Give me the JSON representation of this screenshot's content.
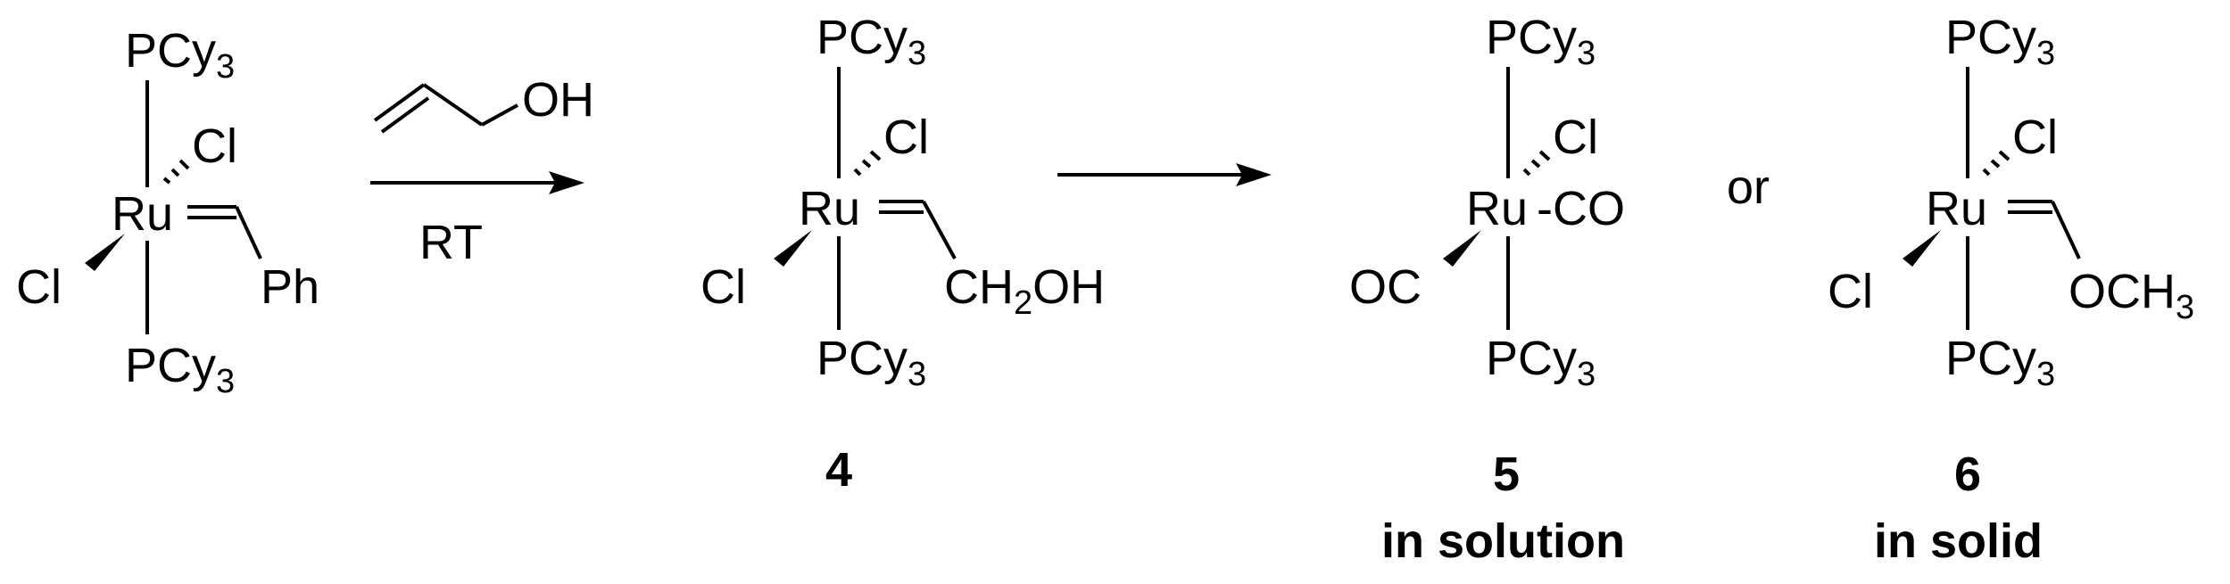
{
  "scheme": {
    "reactant": {
      "top_ligand": "PCy",
      "top_ligand_sub": "3",
      "metal": "Ru",
      "cl_up": "Cl",
      "cl_left": "Cl",
      "carbene_sub": "Ph",
      "bottom_ligand": "PCy",
      "bottom_ligand_sub": "3"
    },
    "reagent": {
      "alcohol_group": "OH",
      "condition": "RT"
    },
    "product4": {
      "top_ligand": "PCy",
      "top_ligand_sub": "3",
      "metal": "Ru",
      "cl_up": "Cl",
      "cl_left": "Cl",
      "substituent_a": "CH",
      "substituent_sub": "2",
      "substituent_b": "OH",
      "bottom_ligand": "PCy",
      "bottom_ligand_sub": "3",
      "number": "4"
    },
    "product5": {
      "top_ligand": "PCy",
      "top_ligand_sub": "3",
      "metal": "Ru",
      "cl_up": "Cl",
      "co_right": "-CO",
      "co_left": "OC",
      "bottom_ligand": "PCy",
      "bottom_ligand_sub": "3",
      "number": "5",
      "caption": "in solution"
    },
    "connector": "or",
    "product6": {
      "top_ligand": "PCy",
      "top_ligand_sub": "3",
      "metal": "Ru",
      "cl_up": "Cl",
      "cl_left": "Cl",
      "substituent": "OCH",
      "substituent_sub": "3",
      "bottom_ligand": "PCy",
      "bottom_ligand_sub": "3",
      "number": "6",
      "caption": "in solid"
    }
  }
}
